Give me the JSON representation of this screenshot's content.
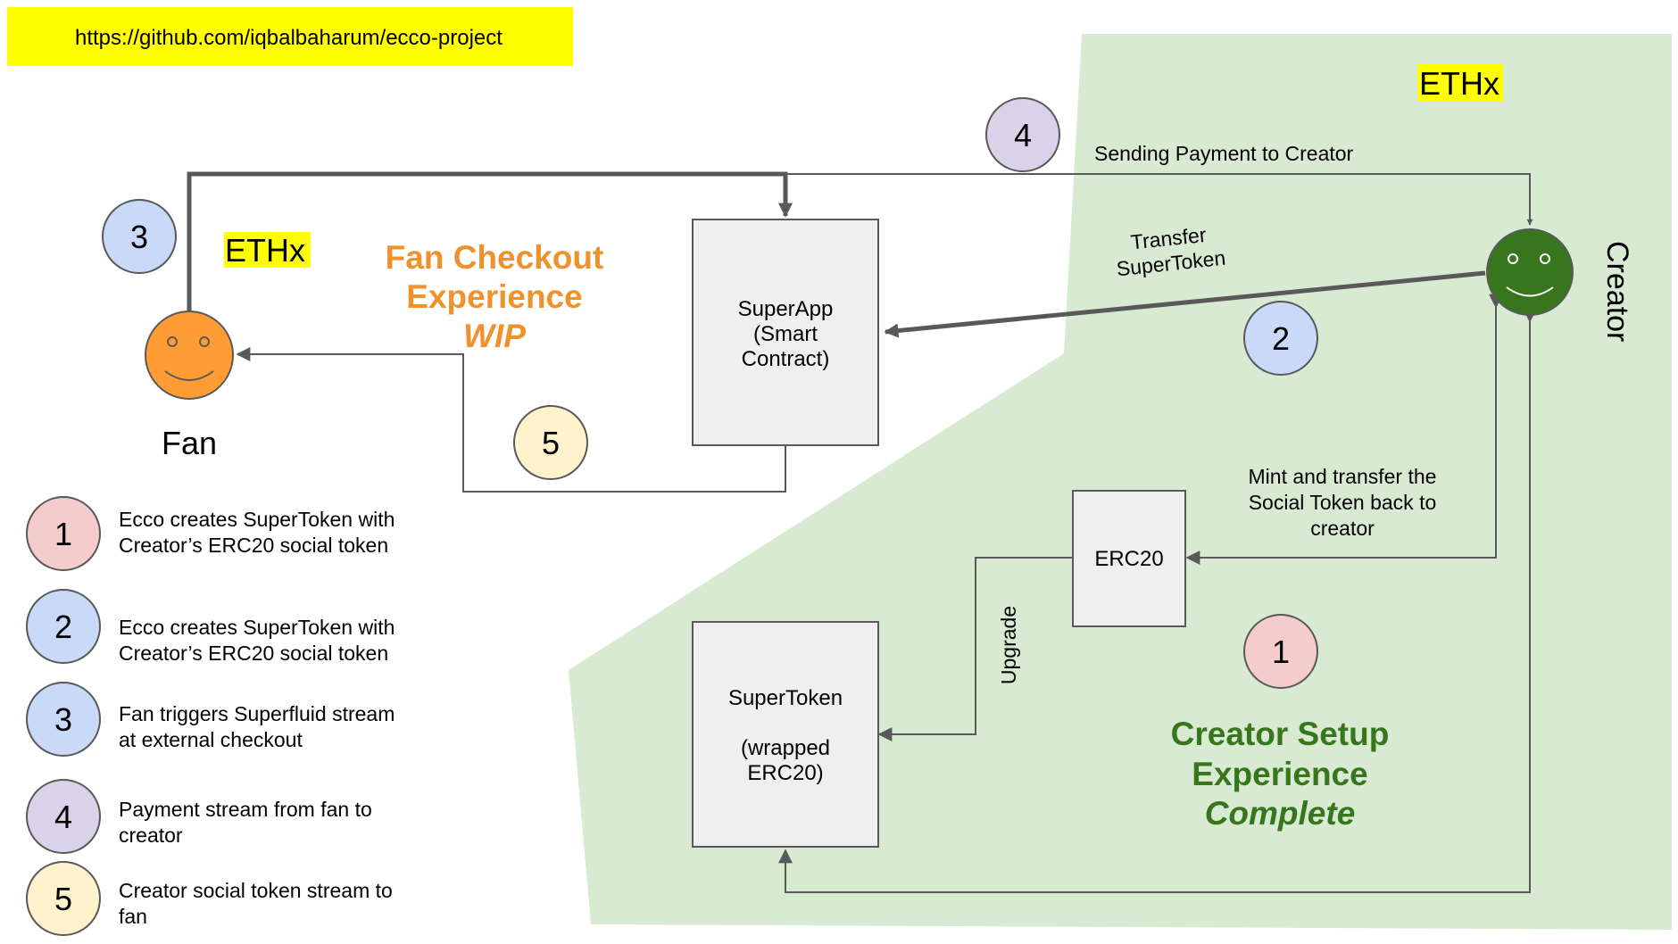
{
  "url_banner": "https://github.com/iqbalbaharum/ecco-project",
  "tags": {
    "ethx_creator": "ETHx",
    "ethx_fan": "ETHx"
  },
  "actors": {
    "fan": "Fan",
    "creator": "Creator"
  },
  "titles": {
    "fan_checkout_line1": "Fan Checkout",
    "fan_checkout_line2": "Experience",
    "fan_checkout_status": "WIP",
    "creator_setup_line1": "Creator Setup",
    "creator_setup_line2": "Experience",
    "creator_setup_status": "Complete"
  },
  "boxes": {
    "superapp": [
      "SuperApp",
      "(Smart",
      "Contract)"
    ],
    "erc20": "ERC20",
    "supertoken": [
      "SuperToken",
      "",
      "(wrapped",
      "ERC20)"
    ]
  },
  "edge_labels": {
    "sending_payment": "Sending Payment to Creator",
    "transfer_supertoken": [
      "Transfer",
      "SuperToken"
    ],
    "mint_transfer": [
      "Mint and transfer the",
      "Social Token back to",
      "creator"
    ],
    "upgrade": "Upgrade"
  },
  "step_markers": {
    "step1": "1",
    "step2": "2",
    "step3": "3",
    "step4": "4",
    "step5": "5"
  },
  "legend": [
    {
      "num": "1",
      "color": "#f4cccc",
      "lines": [
        "Ecco creates SuperToken with",
        "Creator’s ERC20 social token"
      ]
    },
    {
      "num": "2",
      "color": "#c9daf8",
      "lines": [
        "Ecco creates SuperToken with",
        "Creator’s ERC20 social token"
      ]
    },
    {
      "num": "3",
      "color": "#c9daf8",
      "lines": [
        "Fan triggers Superfluid stream",
        "at external checkout"
      ]
    },
    {
      "num": "4",
      "color": "#d9d2e9",
      "lines": [
        "Payment stream from fan to",
        "creator"
      ]
    },
    {
      "num": "5",
      "color": "#fff2cc",
      "lines": [
        "Creator social token stream to",
        "fan"
      ]
    }
  ],
  "colors": {
    "creator_region": "#d9ead3",
    "highlight": "#ffff00",
    "fan_face": "#ff9c33",
    "creator_face": "#38761d",
    "fan_title": "#f0922b",
    "creator_title": "#38761d",
    "box_fill": "#efefef",
    "connector": "#595959"
  }
}
